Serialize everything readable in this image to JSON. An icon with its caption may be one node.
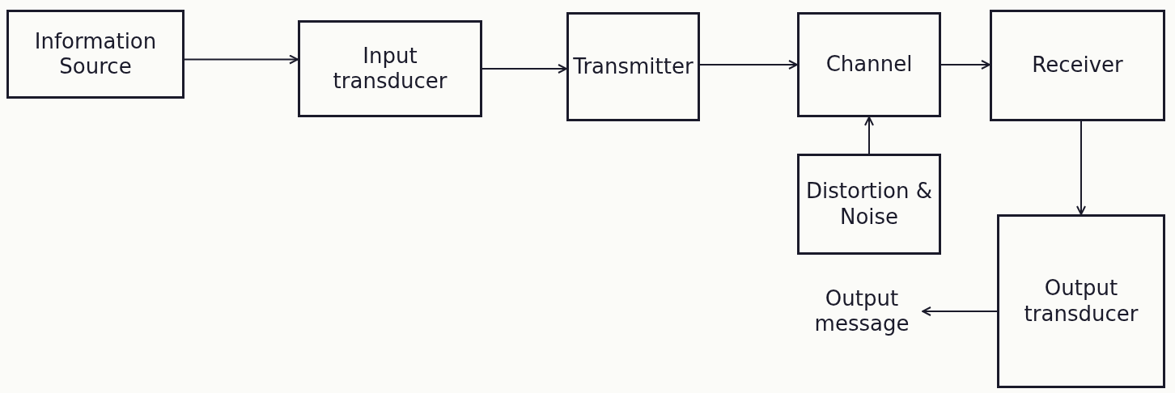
{
  "diagram": {
    "nodes": [
      {
        "text": [
          "Information Source"
        ]
      },
      {
        "text": [
          "Input transducer"
        ]
      },
      {
        "text": [
          "Transmitter"
        ]
      },
      {
        "text": [
          "Channel"
        ]
      },
      {
        "text": [
          "Receiver"
        ]
      },
      {
        "text": [
          "Distortion & Noise"
        ]
      },
      {
        "text": [
          "Output transducer"
        ]
      },
      {
        "text": [
          "Output message"
        ]
      }
    ],
    "edges": [
      {
        "from": 0,
        "to": 1,
        "arrow": "to"
      },
      {
        "from": 1,
        "to": 2,
        "arrow": "to"
      },
      {
        "from": 2,
        "to": 3,
        "arrow": "to"
      },
      {
        "from": 3,
        "to": 4,
        "arrow": "to"
      },
      {
        "from": 5,
        "to": 3,
        "arrow": "to"
      },
      {
        "from": 4,
        "to": 6,
        "arrow": "to"
      },
      {
        "from": 6,
        "to": 7,
        "arrow": "to"
      }
    ]
  }
}
